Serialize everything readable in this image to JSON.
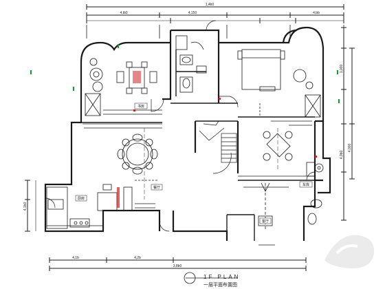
{
  "drawing": {
    "title_en": "1F PLAN",
    "title_zh": "一层平面布置图"
  },
  "dimensions": {
    "top_total": "1,4b0",
    "top_left": "4,tb0",
    "top_mid": "4,150",
    "top_right": "4,bb",
    "bottom_left": "4,1b",
    "bottom_mid": "4,2b",
    "bottom_total": "3,8b0",
    "left_side": "4,1b0",
    "right_upper": "1,000",
    "right_mid": "4,000",
    "right_lower": "4,0b0"
  },
  "room_tags": {
    "living": "客厅",
    "kitchen": "厨房",
    "dining": "餐厅",
    "study": "书房",
    "garage": "车库"
  },
  "colors": {
    "line": "#1a1a1a",
    "accent_red": "#d02020",
    "accent_green": "#119933"
  }
}
